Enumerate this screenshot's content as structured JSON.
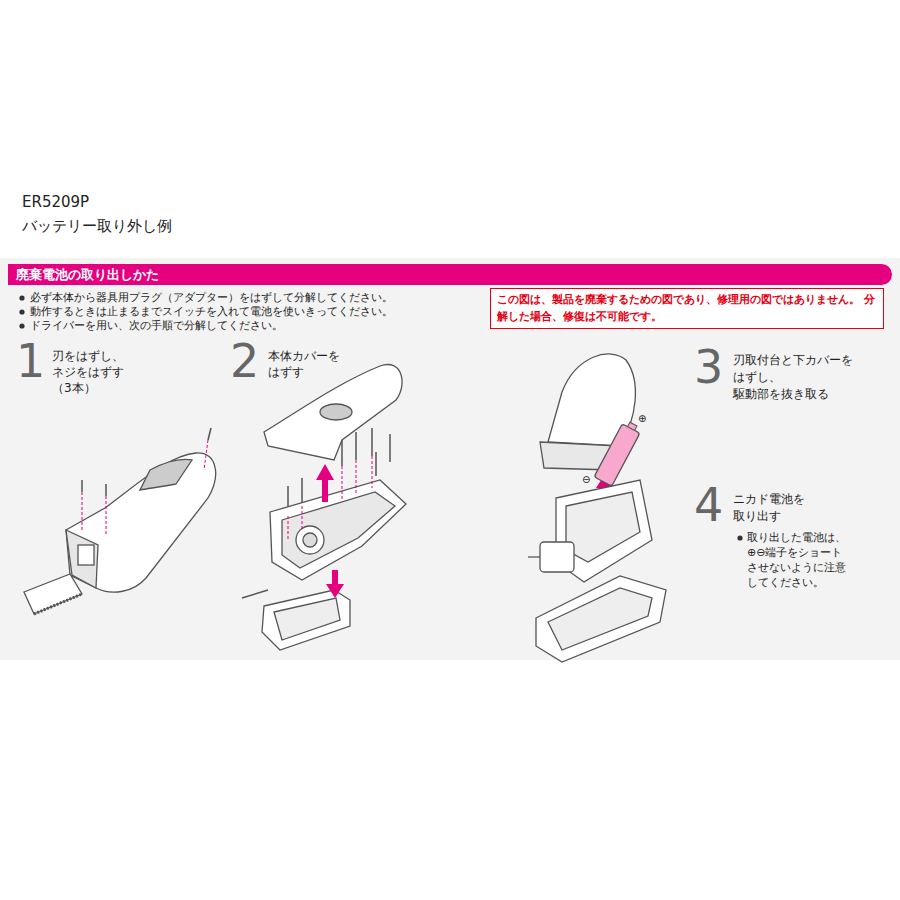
{
  "diagram": {
    "title": "ER5209P バッテリー取り外し例",
    "nodes": [
      {
        "text": [
          "廃棄電池の取り出しかた"
        ]
      },
      {
        "text": [
          "この図は、製品を廃棄するための図であり、修理用の図ではありません。 分解した場合、修復は不可能です。"
        ]
      }
    ],
    "labels": [
      "必ず本体から器具用プラグ（アダプター）をはずして分解してください。",
      "動作するときは止まるまでスイッチを入れて電池を使いきってください。",
      "ドライバーを用い、次の手順で分解してください。",
      "1",
      "刃をはずし、 ネジをはずす （3本）",
      "2",
      "本体カバーを はずす",
      "3",
      "刃取付台と下カバーを はずし、 駆動部を抜き取る",
      "4",
      "ニカド電池を 取り出す",
      "取り出した電池は、 ⊕⊖端子をショート させないように注意 してください。",
      "⊕",
      "⊖"
    ]
  }
}
